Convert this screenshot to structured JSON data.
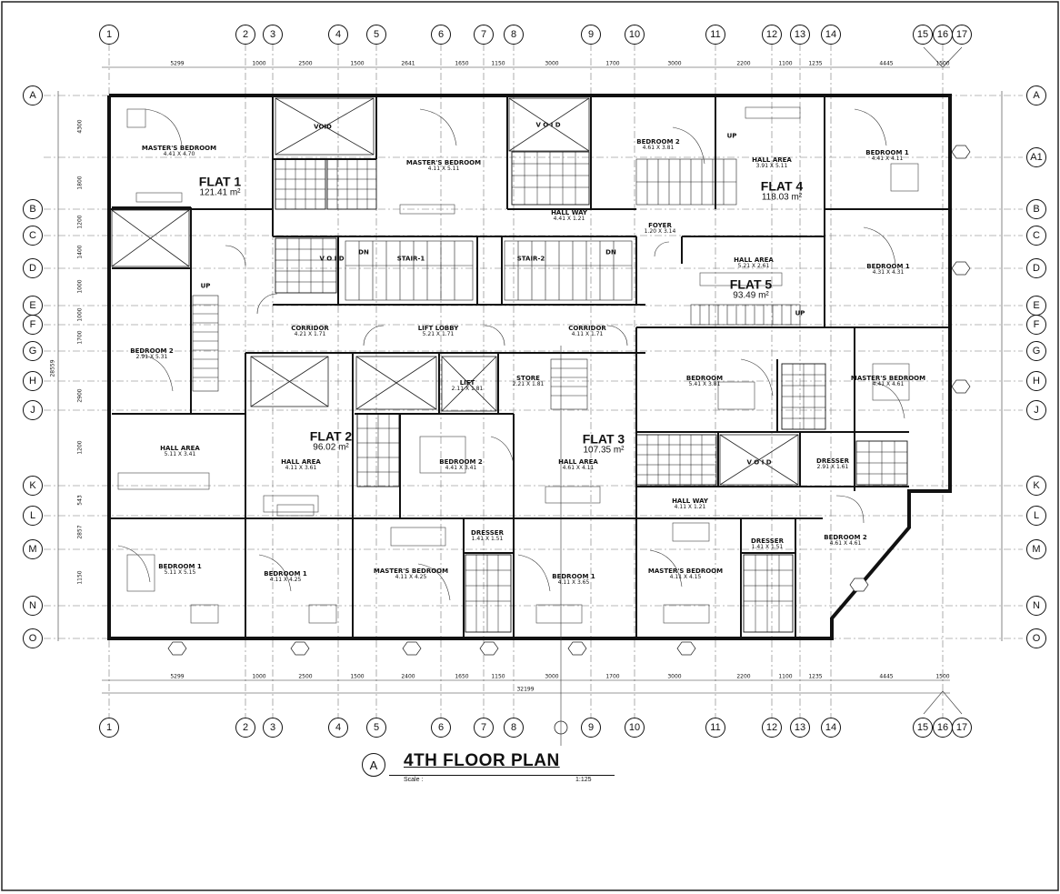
{
  "title": {
    "marker": "A",
    "text": "4TH FLOOR PLAN",
    "scale_label": "Scale :",
    "scale_value": "1:125"
  },
  "grid_columns": [
    "1",
    "2",
    "3",
    "4",
    "5",
    "6",
    "7",
    "8",
    "9",
    "10",
    "11",
    "12",
    "13",
    "14",
    "15",
    "16",
    "17"
  ],
  "grid_rows": [
    "A",
    "A1",
    "B",
    "C",
    "D",
    "E",
    "F",
    "G",
    "H",
    "J",
    "K",
    "L",
    "M",
    "N",
    "O"
  ],
  "top_dimensions": [
    "5299",
    "1000",
    "2500",
    "1500",
    "2641",
    "1650",
    "1150",
    "3000",
    "1700",
    "3000",
    "2200",
    "1100",
    "1235",
    "4445",
    "1500"
  ],
  "bottom_dimensions": [
    "5299",
    "1000",
    "2500",
    "1500",
    "2400",
    "1650",
    "1150",
    "3000",
    "1700",
    "3000",
    "2200",
    "1100",
    "1235",
    "4445",
    "1500"
  ],
  "overall_dimension": "32199",
  "left_dimensions": [
    "4300",
    "1800",
    "1200",
    "1400",
    "1000",
    "1000",
    "1700",
    "2900",
    "1200",
    "543",
    "2857",
    "1150"
  ],
  "left_overall": "28559",
  "flats": [
    {
      "name": "FLAT 1",
      "area": "121.41 m²"
    },
    {
      "name": "FLAT 2",
      "area": "96.02 m²"
    },
    {
      "name": "FLAT 3",
      "area": "107.35 m²"
    },
    {
      "name": "FLAT 4",
      "area": "118.03 m²"
    },
    {
      "name": "FLAT 5",
      "area": "93.49 m²"
    }
  ],
  "rooms": [
    {
      "name": "MASTER'S BEDROOM",
      "size": "4.41 X 4.70"
    },
    {
      "name": "VOID",
      "size": ""
    },
    {
      "name": "MASTER'S BEDROOM",
      "size": "4.11 X 5.11"
    },
    {
      "name": "V O I D",
      "size": ""
    },
    {
      "name": "BEDROOM 2",
      "size": "4.61 X 3.81"
    },
    {
      "name": "HALL AREA",
      "size": "3.91 X 5.11"
    },
    {
      "name": "BEDROOM 1",
      "size": "4.41 X 4.11"
    },
    {
      "name": "HALL WAY",
      "size": "4.41 X 1.21"
    },
    {
      "name": "V O I D",
      "size": ""
    },
    {
      "name": "FOYER",
      "size": "1.20 X 3.14"
    },
    {
      "name": "STAIR-1",
      "size": ""
    },
    {
      "name": "STAIR-2",
      "size": ""
    },
    {
      "name": "HALL AREA",
      "size": "5.21 X 2.61"
    },
    {
      "name": "BEDROOM 1",
      "size": "4.31 X 4.31"
    },
    {
      "name": "CORRIDOR",
      "size": "4.21 X 1.71"
    },
    {
      "name": "LIFT LOBBY",
      "size": "5.21 X 1.71"
    },
    {
      "name": "CORRIDOR",
      "size": "4.11 X 1.71"
    },
    {
      "name": "BEDROOM 2",
      "size": "2.91 X 5.31"
    },
    {
      "name": "LIFT",
      "size": "2.11 X 1.81"
    },
    {
      "name": "STORE",
      "size": "2.21 X 1.81"
    },
    {
      "name": "BEDROOM",
      "size": "5.41 X 3.81"
    },
    {
      "name": "MASTER'S BEDROOM",
      "size": "4.41 X 4.61"
    },
    {
      "name": "HALL AREA",
      "size": "5.11 X 3.41"
    },
    {
      "name": "HALL AREA",
      "size": "4.11 X 3.61"
    },
    {
      "name": "BEDROOM 2",
      "size": "4.41 X 3.41"
    },
    {
      "name": "HALL AREA",
      "size": "4.61 X 4.11"
    },
    {
      "name": "DRESSER",
      "size": "2.91 X 1.61"
    },
    {
      "name": "V O I D",
      "size": ""
    },
    {
      "name": "HALL WAY",
      "size": "4.11 X 1.21"
    },
    {
      "name": "BEDROOM 1",
      "size": "5.11 X 5.15"
    },
    {
      "name": "BEDROOM 1",
      "size": "4.11 X 4.25"
    },
    {
      "name": "MASTER'S BEDROOM",
      "size": "4.11 X 4.25"
    },
    {
      "name": "DRESSER",
      "size": "1.41 X 1.51"
    },
    {
      "name": "BEDROOM 1",
      "size": "4.11 X 3.65"
    },
    {
      "name": "MASTER'S BEDROOM",
      "size": "4.11 X 4.15"
    },
    {
      "name": "DRESSER",
      "size": "1.41 X 1.51"
    },
    {
      "name": "BEDROOM 2",
      "size": "4.61 X 4.61"
    }
  ],
  "stair_labels": {
    "dn1": "DN",
    "dn2": "DN",
    "up1": "UP",
    "up2": "UP",
    "up3": "UP"
  }
}
